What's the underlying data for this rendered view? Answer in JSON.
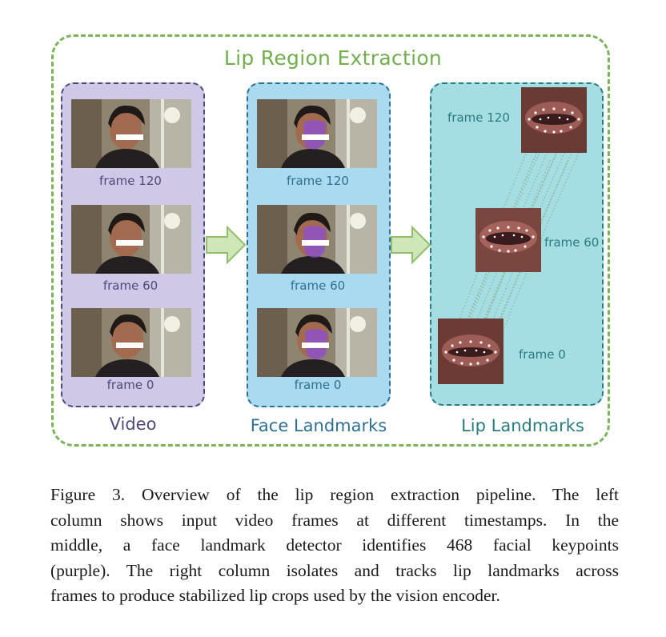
{
  "figure": {
    "title": "Lip Region Extraction",
    "columns": [
      {
        "label": "Video",
        "frames": [
          "frame 120",
          "frame 60",
          "frame 0"
        ]
      },
      {
        "label": "Face Landmarks",
        "frames": [
          "frame 120",
          "frame 60",
          "frame 0"
        ]
      },
      {
        "label": "Lip Landmarks",
        "frames": [
          "frame 120",
          "frame 60",
          "frame 0"
        ]
      }
    ],
    "colors": {
      "outer_border": "#7cb45a",
      "video_panel": "#cfc8e6",
      "face_panel": "#a9daf0",
      "lip_panel": "#a4dde2",
      "arrow": "#cfe6b8",
      "landmark_overlay": "#8a4fd8"
    }
  },
  "caption": {
    "lines": [
      "Figure 3. Overview of the lip region extraction pipeline. The left",
      "column shows input video frames at different timestamps. In the",
      "middle, a face landmark detector identifies 468 facial keypoints",
      "(purple). The right column isolates and tracks lip landmarks across",
      "frames to produce stabilized lip crops used by the vision encoder."
    ]
  }
}
